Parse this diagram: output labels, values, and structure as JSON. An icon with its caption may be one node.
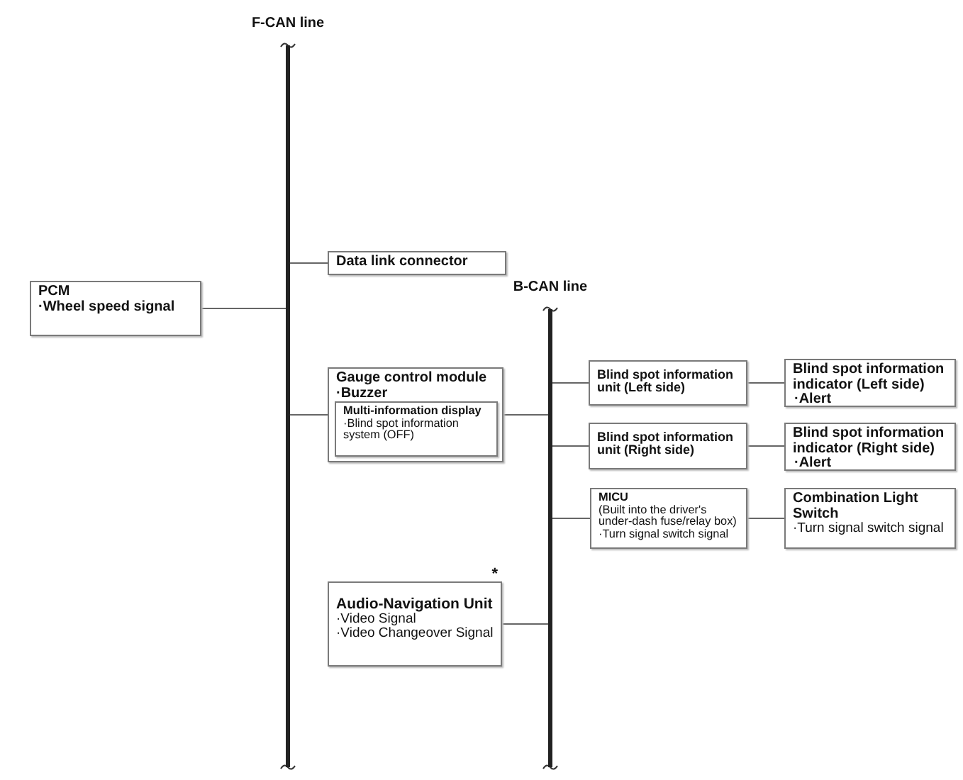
{
  "diagram": {
    "nodes": [
      {
        "text": [
          "F-CAN line"
        ]
      },
      {
        "text": [
          "Data link connector"
        ]
      },
      {
        "text": [
          "PCM",
          "·Wheel speed signal"
        ]
      },
      {
        "text": [
          "B-CAN line"
        ]
      },
      {
        "text": [
          "Gauge control module",
          "·Buzzer"
        ]
      },
      {
        "text": [
          "Multi-information display",
          "·Blind spot information system (OFF)"
        ],
        "in": 4
      },
      {
        "text": [
          "Blind spot information unit (Left side)"
        ]
      },
      {
        "text": [
          "Blind spot information indicator (Left side)",
          "·Alert"
        ]
      },
      {
        "text": [
          "Blind spot information unit (Right side)"
        ]
      },
      {
        "text": [
          "Blind spot information indicator (Right side)",
          "·Alert"
        ]
      },
      {
        "text": [
          "MICU",
          "(Built into the driver's under-dash fuse/relay box)",
          "·Turn signal switch signal"
        ]
      },
      {
        "text": [
          "Combination Light Switch",
          "·Turn signal switch signal"
        ]
      },
      {
        "text": [
          "Audio-Navigation Unit",
          "·Video Signal",
          "·Video Changeover Signal"
        ],
        "beside": [
          "*"
        ]
      }
    ],
    "edges": [
      {
        "from": 0,
        "to": 1,
        "arrow": "none"
      },
      {
        "from": 2,
        "to": 0,
        "arrow": "none"
      },
      {
        "from": 0,
        "to": 4,
        "arrow": "none"
      },
      {
        "from": 4,
        "to": 3,
        "arrow": "none"
      },
      {
        "from": 3,
        "to": 6,
        "arrow": "none"
      },
      {
        "from": 6,
        "to": 7,
        "arrow": "none"
      },
      {
        "from": 3,
        "to": 8,
        "arrow": "none"
      },
      {
        "from": 8,
        "to": 9,
        "arrow": "none"
      },
      {
        "from": 3,
        "to": 10,
        "arrow": "none"
      },
      {
        "from": 10,
        "to": 11,
        "arrow": "none"
      },
      {
        "from": 12,
        "to": 3,
        "arrow": "none"
      }
    ]
  }
}
